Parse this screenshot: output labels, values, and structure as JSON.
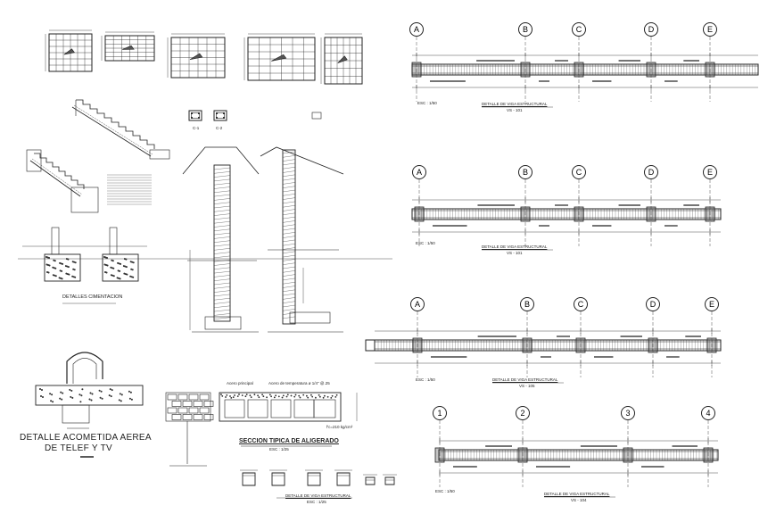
{
  "beams": [
    {
      "axes": [
        "A",
        "B",
        "C",
        "D",
        "E"
      ],
      "title": "DETALLE DE VIGA ESTRUCTURAL",
      "code": "VS - 101",
      "scale": "ESC : 1/50"
    },
    {
      "axes": [
        "A",
        "B",
        "C",
        "D",
        "E"
      ],
      "title": "DETALLE DE VIGA ESTRUCTURAL",
      "code": "VS - 101",
      "scale": "ESC : 1/50"
    },
    {
      "axes": [
        "A",
        "B",
        "C",
        "D",
        "E"
      ],
      "title": "DETALLE DE VIGA ESTRUCTURAL",
      "code": "VS - 105",
      "scale": "ESC : 1/50"
    },
    {
      "axes": [
        "1",
        "2",
        "3",
        "4"
      ],
      "title": "DETALLE DE VIGA ESTRUCTURAL",
      "code": "VS - 104",
      "scale": "ESC : 1/50"
    }
  ],
  "footings_label": "DETALLES CIMENTACION",
  "acometida_line1": "DETALLE ACOMETIDA AEREA",
  "acometida_line2": "DE TELEF Y TV",
  "aligerado": {
    "note1": "Acero principal",
    "note2": "Acero de temperatura ø 1/4\" @.25",
    "fc": "f'c=210 kg/cm²",
    "title": "SECCION TIPICA DE ALIGERADO",
    "scale": "ESC : 1/25"
  },
  "small_sections": {
    "title": "DETALLE DE VIGA ESTRUCTURAL",
    "scale": "ESC : 1/25"
  },
  "column_tags": [
    "C-1",
    "C-2"
  ],
  "colors": {
    "line": "#222222",
    "paper": "#ffffff",
    "hatch": "#555555"
  }
}
